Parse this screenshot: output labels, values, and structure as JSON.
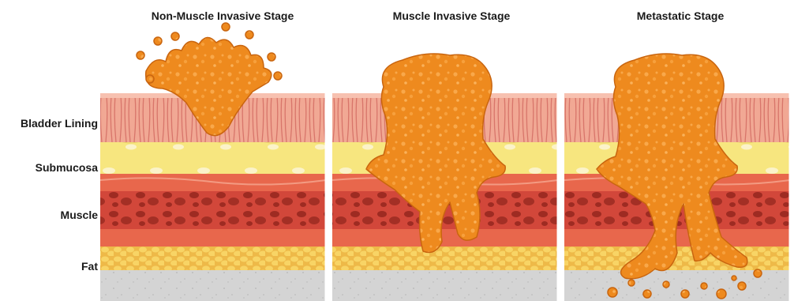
{
  "titles": {
    "stage1": "Non-Muscle Invasive Stage",
    "stage2": "Muscle Invasive Stage",
    "stage3": "Metastatic Stage"
  },
  "layers": {
    "lining": "Bladder Lining",
    "submucosa": "Submucosa",
    "muscle": "Muscle",
    "fat": "Fat"
  },
  "colors": {
    "lining": "#f0a590",
    "lining_dark": "#d9776a",
    "submucosa": "#f6e47a",
    "muscle_band": "#e8654a",
    "muscle_dark": "#b8362a",
    "fat": "#f5cc55",
    "base": "#d2d2d2",
    "tumor": "#f08c1e",
    "tumor_dark": "#d0670a"
  }
}
